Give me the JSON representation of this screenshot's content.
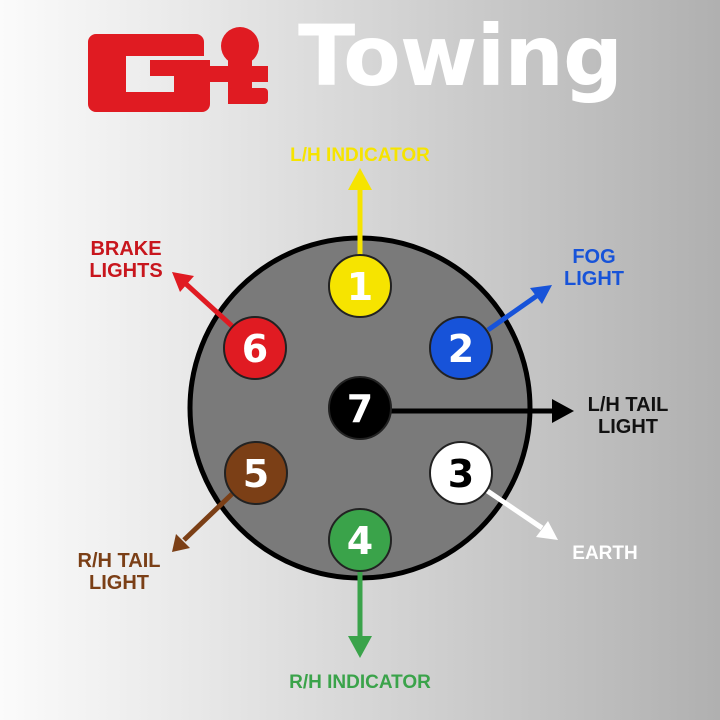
{
  "header": {
    "logo_mark": "Gt",
    "brand_name": "Towing",
    "logo_color": "#e01b22"
  },
  "socket": {
    "body_color": "#7a7a7a",
    "rim_color": "#000000",
    "pin_count": 7
  },
  "pins": [
    {
      "number": "1",
      "function": "L/H INDICATOR",
      "color": "#f6e400",
      "text_color": "#ffffff"
    },
    {
      "number": "2",
      "function": "FOG LIGHT",
      "color": "#1753d9",
      "text_color": "#ffffff"
    },
    {
      "number": "3",
      "function": "EARTH",
      "color": "#ffffff",
      "text_color": "#000000"
    },
    {
      "number": "4",
      "function": "R/H INDICATOR",
      "color": "#3aa34a",
      "text_color": "#ffffff"
    },
    {
      "number": "5",
      "function": "R/H TAIL LIGHT",
      "color": "#7b3f16",
      "text_color": "#ffffff"
    },
    {
      "number": "6",
      "function": "BRAKE LIGHTS",
      "color": "#e01b22",
      "text_color": "#ffffff"
    },
    {
      "number": "7",
      "function": "L/H TAIL LIGHT",
      "color": "#000000",
      "text_color": "#ffffff"
    }
  ],
  "labels": {
    "pin1": "L/H INDICATOR",
    "pin2": "FOG\nLIGHT",
    "pin3": "EARTH",
    "pin4": "R/H INDICATOR",
    "pin5": "R/H TAIL\nLIGHT",
    "pin6": "BRAKE\nLIGHTS",
    "pin7": "L/H TAIL\nLIGHT"
  }
}
